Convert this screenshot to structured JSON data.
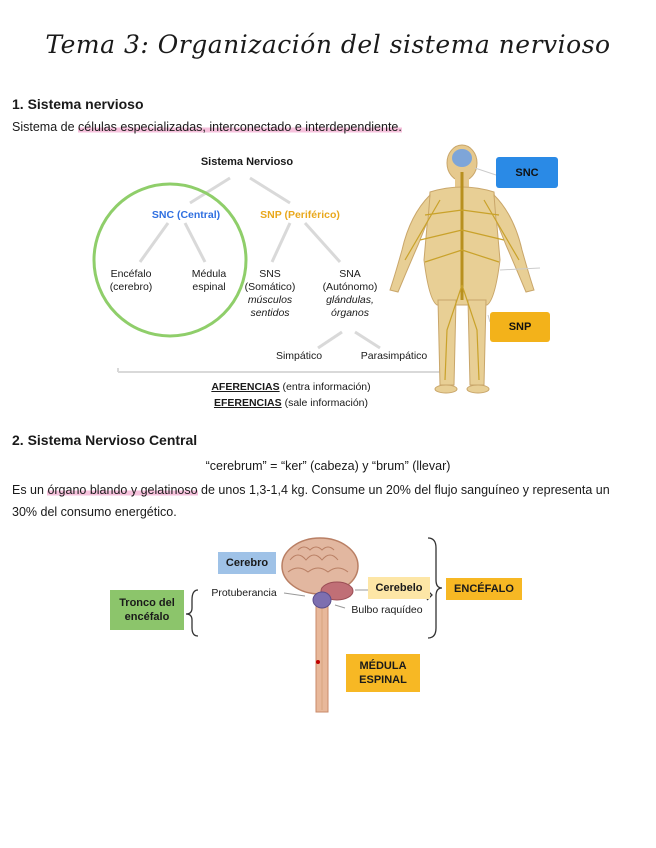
{
  "title": "Tema 3: Organización del sistema nervioso",
  "section1": {
    "heading": "1. Sistema nervioso",
    "line_prefix": "Sistema de ",
    "line_highlight": "células especializadas, interconectado e interdependiente.",
    "diagram": {
      "root": "Sistema Nervioso",
      "snc": "SNC (Central)",
      "snp": "SNP (Periférico)",
      "encefalo": "Encéfalo\n(cerebro)",
      "medula": "Médula\nespinal",
      "sns": "SNS\n(Somático)",
      "sns_desc": "músculos\nsentidos",
      "sna": "SNA\n(Autónomo)",
      "sna_desc": "glándulas,\nórganos",
      "simpatico": "Simpático",
      "parasimpatico": "Parasimpático",
      "aferencias": "AFERENCIAS",
      "aferencias_desc": " (entra información)",
      "eferencias": "EFERENCIAS",
      "eferencias_desc": " (sale información)",
      "label_snc": "SNC",
      "label_snp": "SNP"
    }
  },
  "section2": {
    "heading": "2. Sistema Nervioso Central",
    "etymology": "“cerebrum” = “ker” (cabeza) y “brum” (llevar)",
    "p_prefix": "Es un ",
    "p_highlight": "órgano blando y gelatinoso",
    "p_rest": " de unos 1,3-1,4 kg. Consume un 20% del flujo sanguíneo y representa un",
    "p_line2": "30% del consumo energético.",
    "diagram": {
      "cerebro": "Cerebro",
      "protuberancia": "Protuberancia",
      "tronco": "Tronco del\nencéfalo",
      "cerebelo": "Cerebelo",
      "bulbo": "Bulbo raquídeo",
      "encefalo": "ENCÉFALO",
      "medula": "MÉDULA\nESPINAL"
    }
  },
  "colors": {
    "snc_blue": "#2f6fe0",
    "snp_yellow": "#e9a81c",
    "green_circle": "#8fce6a",
    "label_blue_bg": "#2a8ae6",
    "label_yellow_bg": "#f3b21a",
    "cerebro_bg": "#9fc2e7",
    "tronco_bg": "#8cc56b",
    "cerebelo_bg": "#fde6a6",
    "encefalo_bg": "#f7b824",
    "highlight_pink": "#f6c1dc"
  }
}
